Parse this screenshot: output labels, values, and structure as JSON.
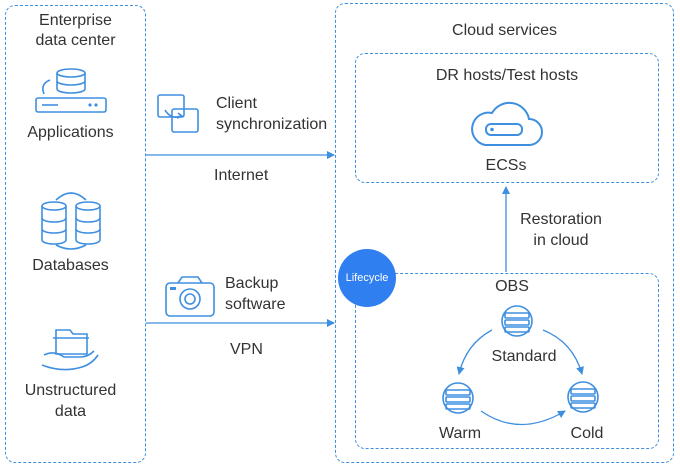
{
  "colors": {
    "accent": "#3f8fe0",
    "badge": "#2f7ff0",
    "text": "#333333"
  },
  "enterprise": {
    "title_line1": "Enterprise",
    "title_line2": "data center",
    "applications": {
      "label": "Applications",
      "icon": "server-database-icon"
    },
    "databases": {
      "label": "Databases",
      "icon": "database-cylinders-icon"
    },
    "unstructured": {
      "label_line1": "Unstructured",
      "label_line2": "data",
      "icon": "hand-folder-icon"
    }
  },
  "links": {
    "client_sync": {
      "line1": "Client",
      "line2": "synchronization",
      "icon": "sync-windows-icon"
    },
    "internet": "Internet",
    "backup": {
      "line1": "Backup",
      "line2": "software",
      "icon": "camera-icon"
    },
    "vpn": "VPN"
  },
  "cloud": {
    "title": "Cloud services",
    "dr_hosts": {
      "title": "DR hosts/Test hosts",
      "ecs_label": "ECSs",
      "icon": "cloud-server-icon"
    },
    "restoration": {
      "line1": "Restoration",
      "line2": "in cloud"
    },
    "lifecycle_badge": "Lifecycle",
    "obs": {
      "title": "OBS",
      "standard": "Standard",
      "warm": "Warm",
      "cold": "Cold",
      "icon": "storage-disk-icon"
    }
  }
}
